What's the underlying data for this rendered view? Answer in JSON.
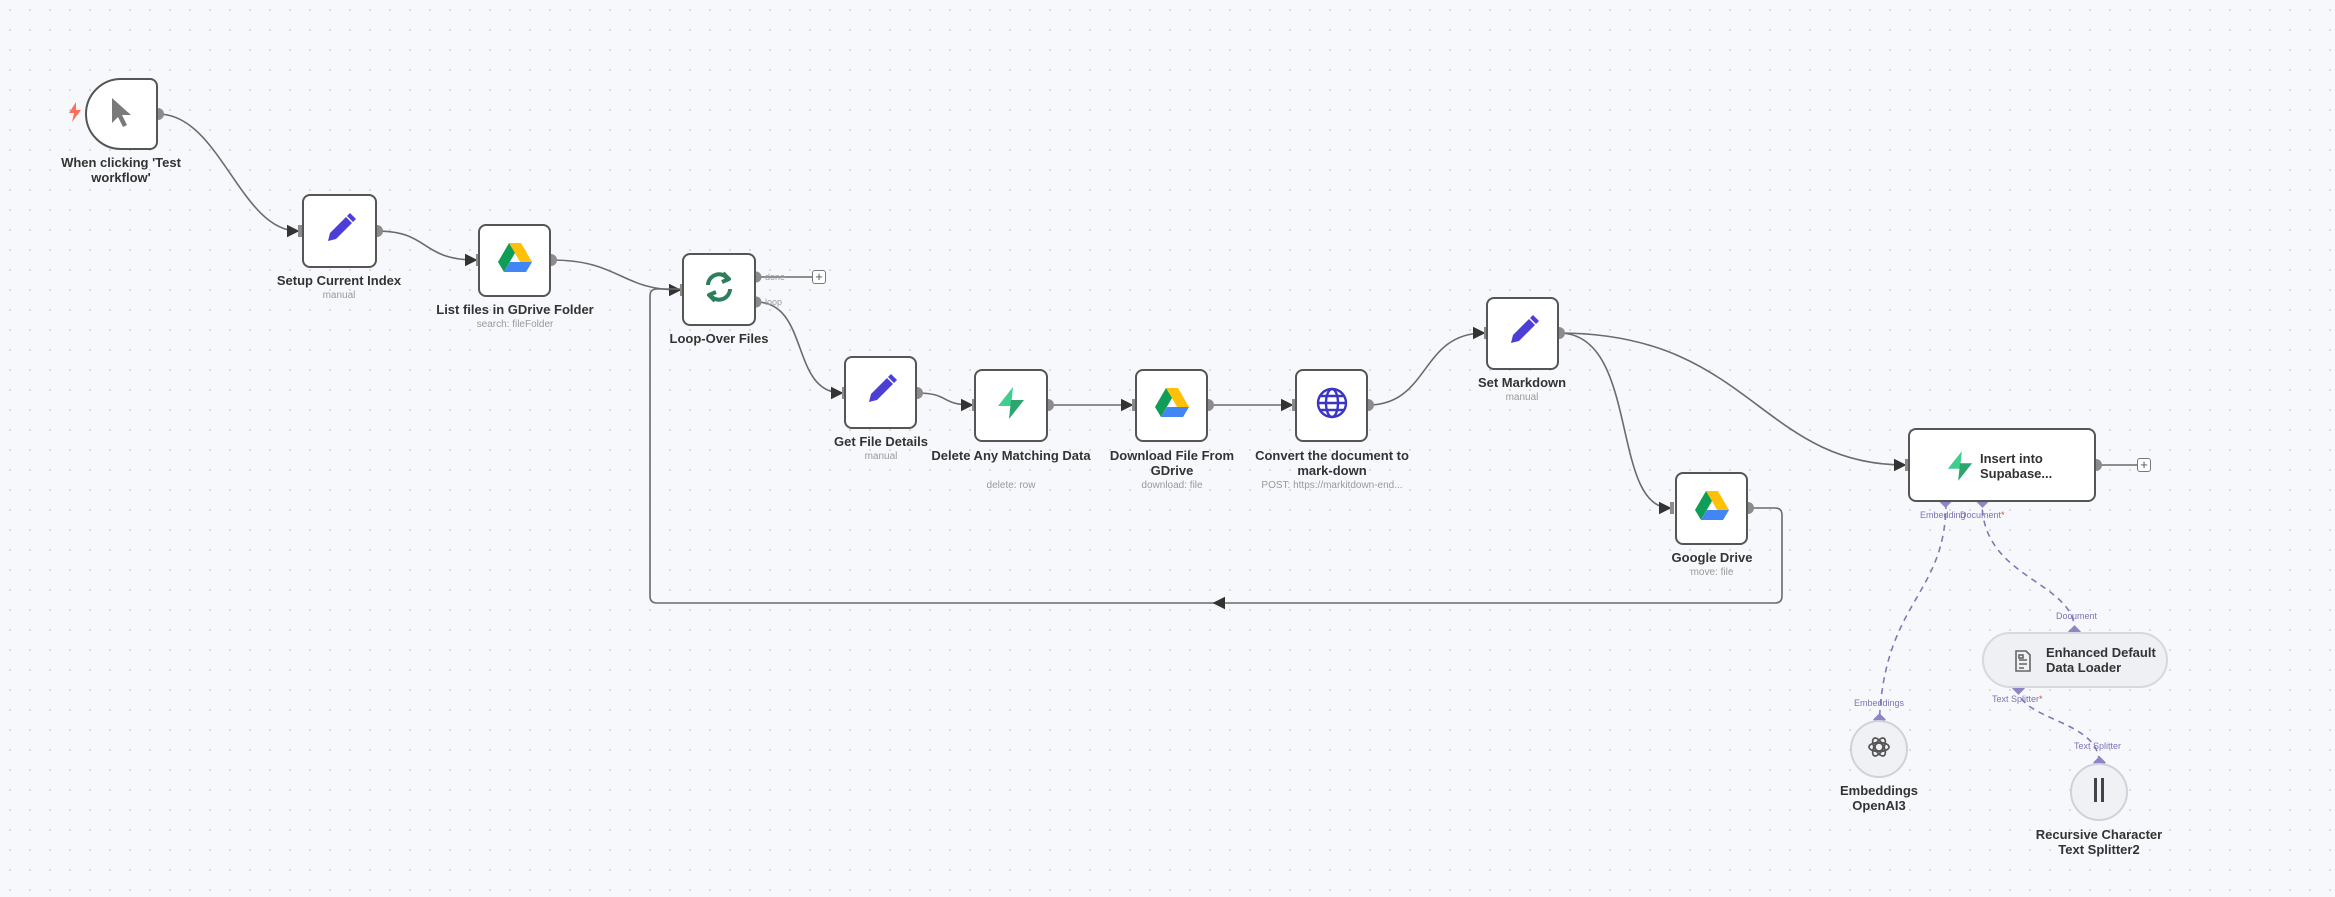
{
  "nodes": {
    "trigger": {
      "label": "When clicking 'Test workflow'"
    },
    "setup_index": {
      "label": "Setup Current Index",
      "sub": "manual"
    },
    "list_files": {
      "label": "List files in GDrive Folder",
      "sub": "search: fileFolder"
    },
    "loop": {
      "label": "Loop-Over Files",
      "out_done": "done",
      "out_loop": "loop"
    },
    "get_file": {
      "label": "Get File Details",
      "sub": "manual"
    },
    "delete_data": {
      "label": "Delete Any Matching Data",
      "sub": "delete: row"
    },
    "download": {
      "label": "Download File From GDrive",
      "sub": "download: file"
    },
    "convert": {
      "label": "Convert the document to mark-down",
      "sub": "POST: https://markitdown-end..."
    },
    "set_markdown": {
      "label": "Set Markdown",
      "sub": "manual"
    },
    "google_drive": {
      "label": "Google Drive",
      "sub": "move: file"
    },
    "supabase": {
      "label": "Insert into Supabase...",
      "port_embedding": "Embedding",
      "port_document": "Document",
      "required_mark": "*"
    },
    "loader": {
      "label": "Enhanced Default Data Loader",
      "port_document": "Document",
      "port_splitter": "Text Splitter",
      "required_mark": "*"
    },
    "embeddings": {
      "label": "Embeddings OpenAI3",
      "port": "Embeddings"
    },
    "splitter": {
      "label": "Recursive Character Text Splitter2",
      "port": "Text Splitter"
    }
  },
  "icons": {
    "trigger": "lightning-bolt-icon",
    "manual_trigger": "cursor-arrow-icon",
    "set": "pencil-icon",
    "gdrive": "google-drive-icon",
    "loop": "loop-arrows-icon",
    "supabase": "supabase-bolt-icon",
    "http": "globe-icon",
    "loader": "document-icon",
    "openai": "openai-icon",
    "splitter": "text-splitter-icon",
    "add": "plus-icon"
  },
  "colors": {
    "pencil": "#4b3fd6",
    "loop": "#2e7d5b",
    "supabase": "#3ecf8e",
    "globe": "#3b35c6",
    "trigger_bolt": "#ff6d5a",
    "ai_port": "#8b86c4"
  }
}
